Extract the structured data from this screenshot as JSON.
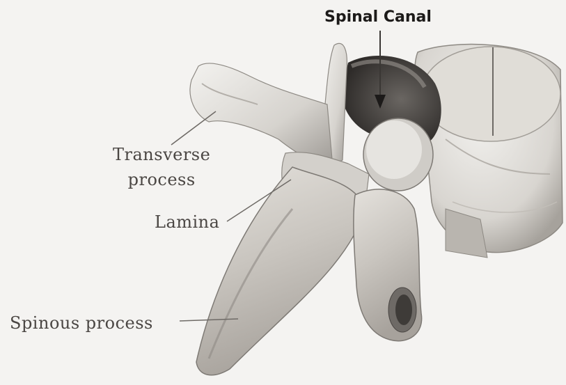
{
  "diagram": {
    "labels": {
      "spinal_canal": "Spinal Canal",
      "transverse_line1": "Transverse",
      "transverse_line2": "process",
      "lamina": "Lamina",
      "spinous_process": "Spinous process"
    },
    "colors": {
      "background": "#f4f3f1",
      "bone_light": "#e9e7e4",
      "bone_shadow": "#8f8b86",
      "bone_dark": "#3a3734",
      "leader_line": "#6e6a66"
    }
  }
}
